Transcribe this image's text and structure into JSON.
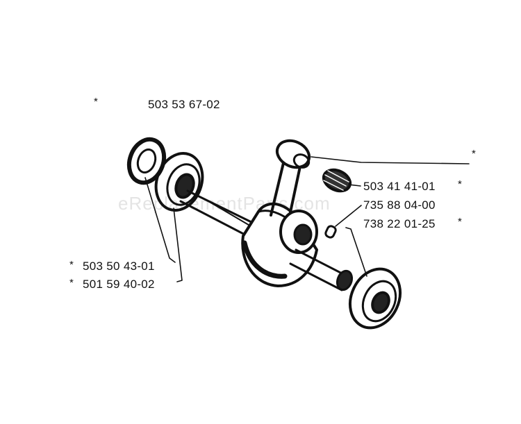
{
  "colors": {
    "ink": "#111111",
    "paper": "#ffffff",
    "watermark": "#e4e4e4"
  },
  "watermark": "eReplacementParts.com",
  "parts": {
    "assembly": {
      "number": "503 53 67-02",
      "starred": "*"
    },
    "pin_marker": {
      "starred": "*"
    },
    "needle_bearing": {
      "number": "503 41 41-01",
      "starred": "*"
    },
    "washer": {
      "number": "735 88 04-00"
    },
    "key": {
      "number": "738 22 01-25",
      "starred": "*"
    },
    "seal": {
      "number": "503 50 43-01",
      "starred": "*"
    },
    "ball_bearing": {
      "number": "501 59 40-02",
      "starred": "*"
    }
  }
}
